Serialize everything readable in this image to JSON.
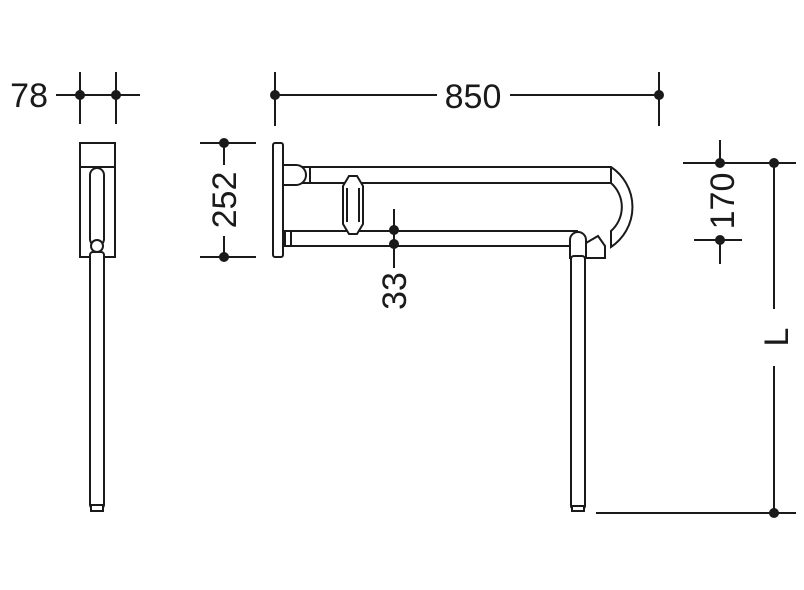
{
  "dimensions": {
    "side_depth": "78",
    "overall_length": "850",
    "plate_height": "252",
    "rail_spacing": "170",
    "rail_gap": "33",
    "leg_length": "L"
  }
}
